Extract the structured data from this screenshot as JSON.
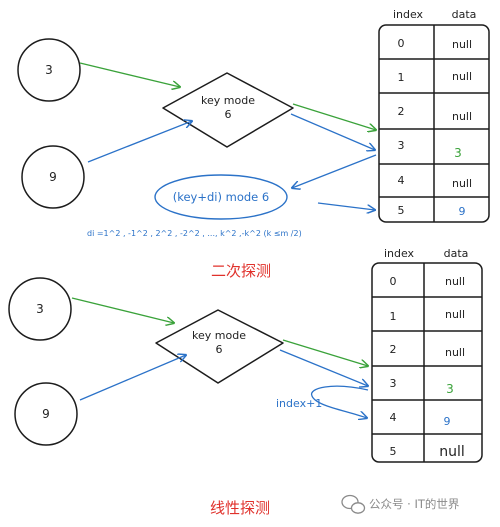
{
  "colors": {
    "stroke": "#1c1c1c",
    "green": "#3aa23a",
    "blue": "#2b72c8",
    "caption": "#e0312b",
    "watermark": "#8a8a8a"
  },
  "quadratic": {
    "node_a": "3",
    "node_b": "9",
    "diamond_line1": "key mode",
    "diamond_line2": "6",
    "probe_label": "(key+di) mode 6",
    "formula": "di =1^2 , -1^2 , 2^2 , -2^2 , ..., k^2 ,-k^2   (k ≤m /2)",
    "table": {
      "header_index": "index",
      "header_data": "data",
      "indexes": [
        "0",
        "1",
        "2",
        "3",
        "4",
        "5"
      ],
      "values": [
        "null",
        "null",
        "null",
        "3",
        "null",
        "9"
      ]
    },
    "caption": "二次探测"
  },
  "linear": {
    "node_a": "3",
    "node_b": "9",
    "diamond_line1": "key mode",
    "diamond_line2": "6",
    "probe_label": "index+1",
    "table": {
      "header_index": "index",
      "header_data": "data",
      "indexes": [
        "0",
        "1",
        "2",
        "3",
        "4",
        "5"
      ],
      "values": [
        "null",
        "null",
        "null",
        "3",
        "9",
        "null"
      ]
    },
    "caption": "线性探测"
  },
  "watermark": {
    "icon": "wechat-icon",
    "text": "公众号 · IT的世界"
  }
}
